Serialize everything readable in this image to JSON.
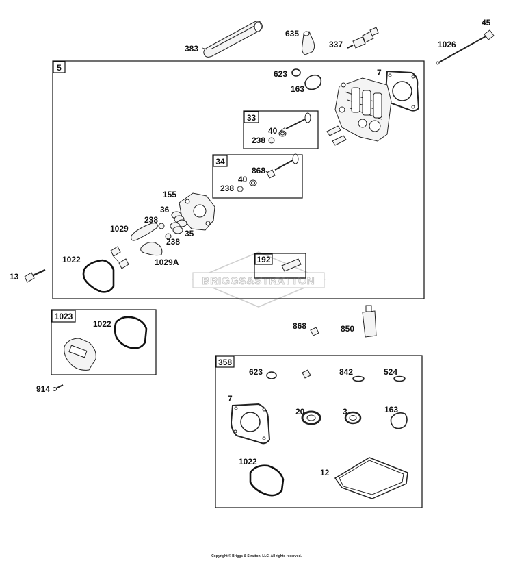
{
  "labels": {
    "p383": "383",
    "p635": "635",
    "p337": "337",
    "p45": "45",
    "p1026": "1026",
    "p623a": "623",
    "p163a": "163",
    "p7a": "7",
    "p40a": "40",
    "p238a": "238",
    "p868a": "868",
    "p40b": "40",
    "p238b": "238",
    "p155": "155",
    "p36": "36",
    "p238c": "238",
    "p35": "35",
    "p1029": "1029",
    "p238d": "238",
    "p1029A": "1029A",
    "p1022a": "1022",
    "p13": "13",
    "p1022b": "1022",
    "p914": "914",
    "p868b": "868",
    "p850": "850",
    "p623b": "623",
    "p842": "842",
    "p524": "524",
    "p7b": "7",
    "p20": "20",
    "p3": "3",
    "p163b": "163",
    "p1022c": "1022",
    "p12": "12"
  },
  "kits": {
    "k5": "5",
    "k33": "33",
    "k34": "34",
    "k192": "192",
    "k1023": "1023",
    "k358": "358"
  },
  "watermark": "BRIGGS&STRATTON",
  "copyright": "Copyright © Briggs & Stratton, LLC. All rights reserved."
}
